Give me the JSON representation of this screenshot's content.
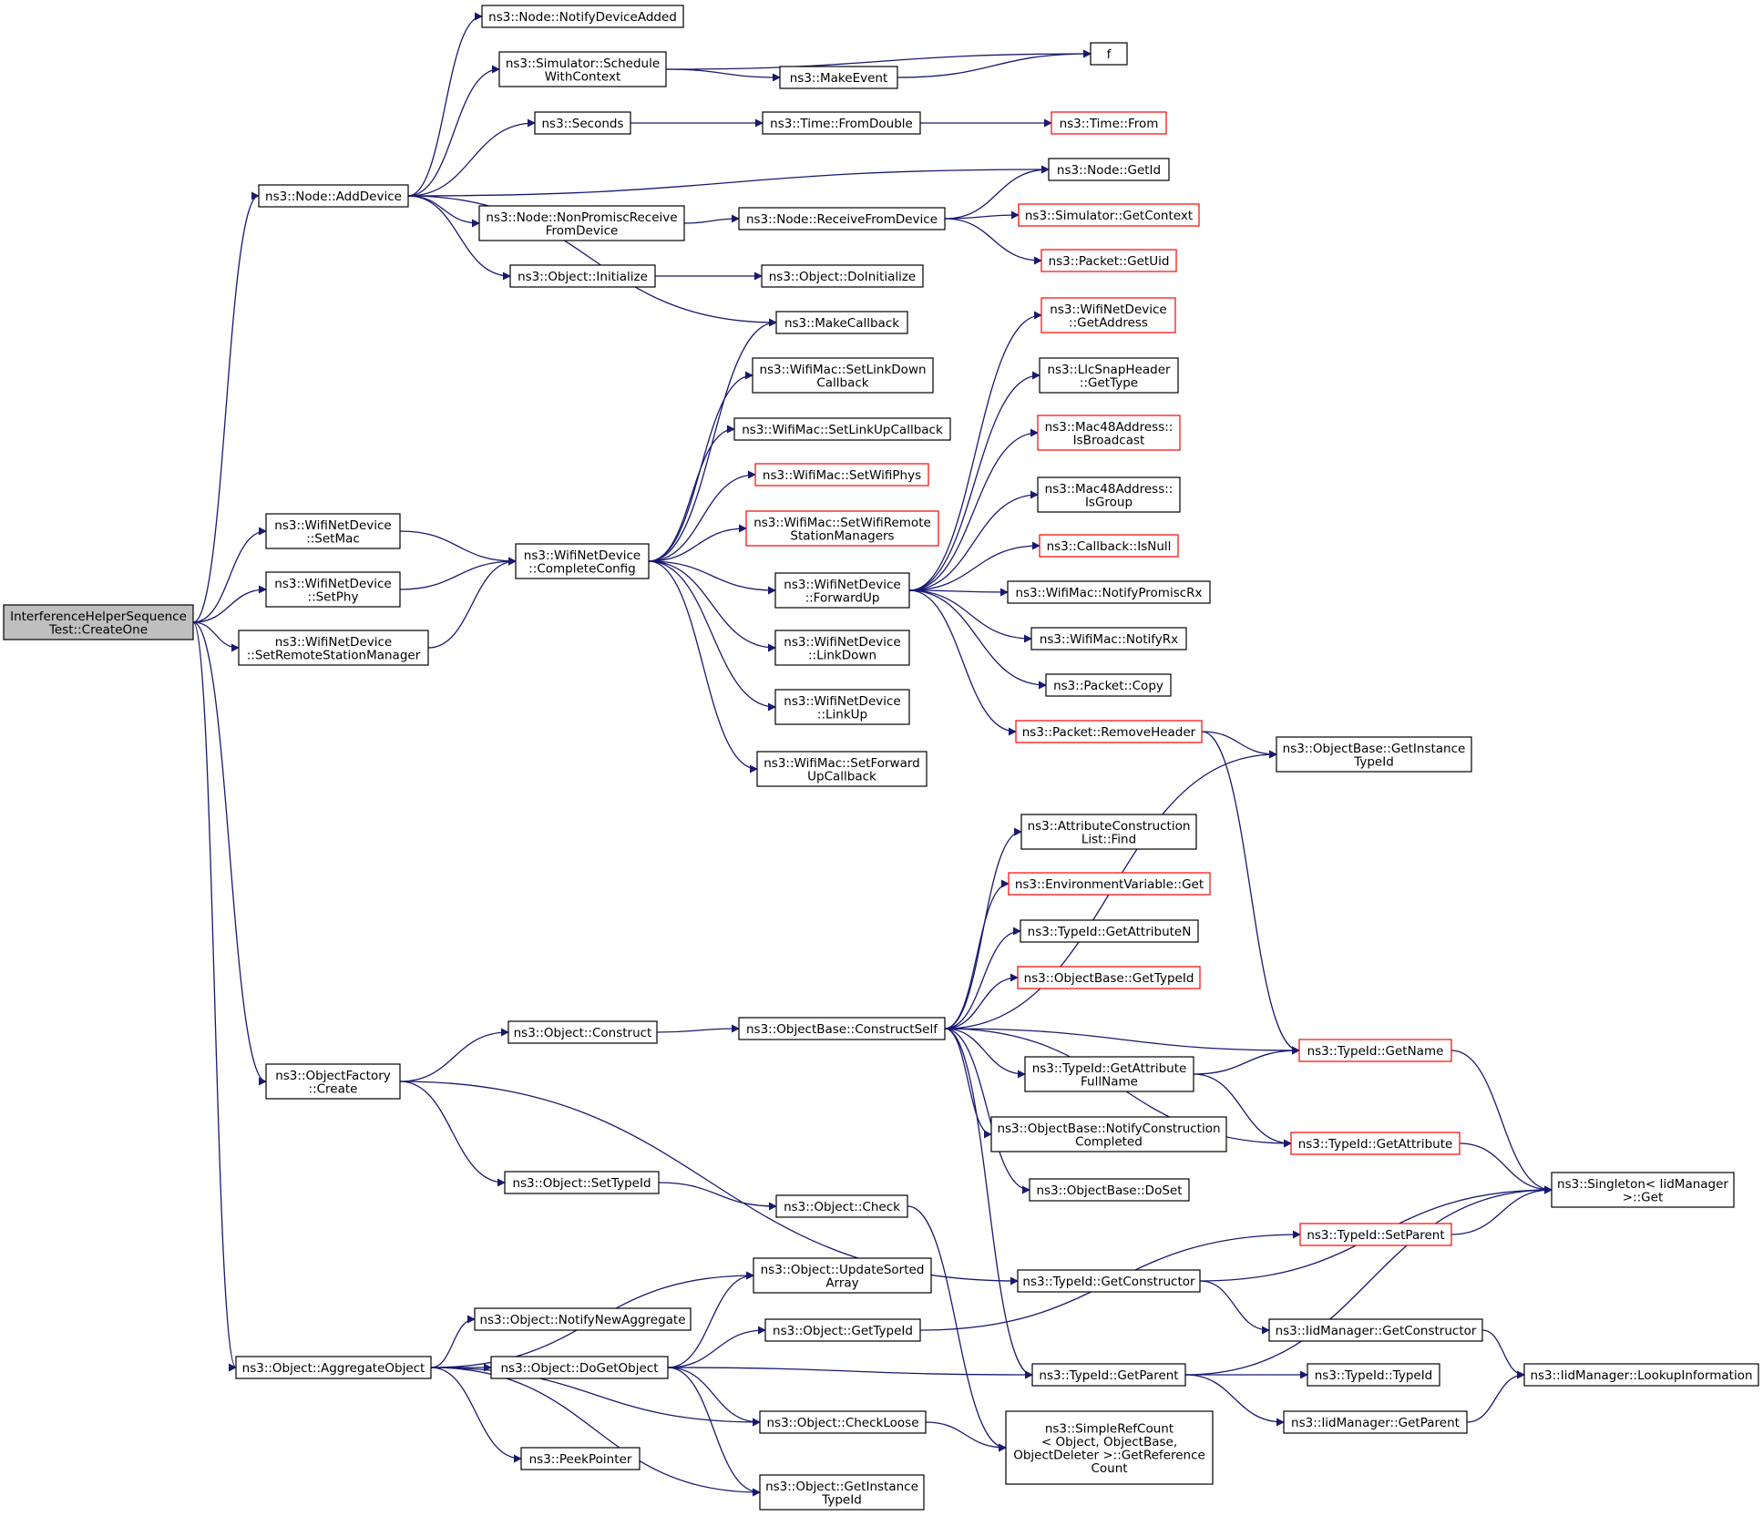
{
  "diagram": {
    "edge_color": "#191970",
    "root_fill": "#bfbfbf",
    "truncated_border_color": "#ff0000",
    "nodes": [
      {
        "id": "root",
        "lines": [
          "InterferenceHelperSequence",
          "Test::CreateOne"
        ],
        "style": "root"
      },
      {
        "id": "addDevice",
        "lines": [
          "ns3::Node::AddDevice"
        ]
      },
      {
        "id": "setMac",
        "lines": [
          "ns3::WifiNetDevice",
          "::SetMac"
        ]
      },
      {
        "id": "setPhy",
        "lines": [
          "ns3::WifiNetDevice",
          "::SetPhy"
        ]
      },
      {
        "id": "setRSM",
        "lines": [
          "ns3::WifiNetDevice",
          "::SetRemoteStationManager"
        ]
      },
      {
        "id": "ofCreate",
        "lines": [
          "ns3::ObjectFactory",
          "::Create"
        ]
      },
      {
        "id": "aggObj",
        "lines": [
          "ns3::Object::AggregateObject"
        ]
      },
      {
        "id": "notifyDevAdded",
        "lines": [
          "ns3::Node::NotifyDeviceAdded"
        ]
      },
      {
        "id": "schedWithCtx",
        "lines": [
          "ns3::Simulator::Schedule",
          "WithContext"
        ]
      },
      {
        "id": "seconds",
        "lines": [
          "ns3::Seconds"
        ]
      },
      {
        "id": "nonPromisc",
        "lines": [
          "ns3::Node::NonPromiscReceive",
          "FromDevice"
        ]
      },
      {
        "id": "objInit",
        "lines": [
          "ns3::Object::Initialize"
        ]
      },
      {
        "id": "f",
        "lines": [
          "f"
        ]
      },
      {
        "id": "makeEvent",
        "lines": [
          "ns3::MakeEvent"
        ]
      },
      {
        "id": "timeFromDouble",
        "lines": [
          "ns3::Time::FromDouble"
        ]
      },
      {
        "id": "timeFrom",
        "lines": [
          "ns3::Time::From"
        ],
        "style": "red"
      },
      {
        "id": "nodeGetId",
        "lines": [
          "ns3::Node::GetId"
        ]
      },
      {
        "id": "recvFromDev",
        "lines": [
          "ns3::Node::ReceiveFromDevice"
        ]
      },
      {
        "id": "simGetCtx",
        "lines": [
          "ns3::Simulator::GetContext"
        ],
        "style": "red"
      },
      {
        "id": "pktGetUid",
        "lines": [
          "ns3::Packet::GetUid"
        ],
        "style": "red"
      },
      {
        "id": "objDoInit",
        "lines": [
          "ns3::Object::DoInitialize"
        ]
      },
      {
        "id": "makeCallback",
        "lines": [
          "ns3::MakeCallback"
        ]
      },
      {
        "id": "completeConfig",
        "lines": [
          "ns3::WifiNetDevice",
          "::CompleteConfig"
        ]
      },
      {
        "id": "setLinkDownCb",
        "lines": [
          "ns3::WifiMac::SetLinkDown",
          "Callback"
        ]
      },
      {
        "id": "setLinkUpCb",
        "lines": [
          "ns3::WifiMac::SetLinkUpCallback"
        ]
      },
      {
        "id": "setWifiPhys",
        "lines": [
          "ns3::WifiMac::SetWifiPhys"
        ],
        "style": "red"
      },
      {
        "id": "setWifiRSMs",
        "lines": [
          "ns3::WifiMac::SetWifiRemote",
          "StationManagers"
        ],
        "style": "red"
      },
      {
        "id": "forwardUp",
        "lines": [
          "ns3::WifiNetDevice",
          "::ForwardUp"
        ]
      },
      {
        "id": "linkDown",
        "lines": [
          "ns3::WifiNetDevice",
          "::LinkDown"
        ]
      },
      {
        "id": "linkUp",
        "lines": [
          "ns3::WifiNetDevice",
          "::LinkUp"
        ]
      },
      {
        "id": "setFwdUpCb",
        "lines": [
          "ns3::WifiMac::SetForward",
          "UpCallback"
        ]
      },
      {
        "id": "wndGetAddress",
        "lines": [
          "ns3::WifiNetDevice",
          "::GetAddress"
        ],
        "style": "red"
      },
      {
        "id": "llcGetType",
        "lines": [
          "ns3::LlcSnapHeader",
          "::GetType"
        ]
      },
      {
        "id": "macIsBroadcast",
        "lines": [
          "ns3::Mac48Address::",
          "IsBroadcast"
        ],
        "style": "red"
      },
      {
        "id": "macIsGroup",
        "lines": [
          "ns3::Mac48Address::",
          "IsGroup"
        ]
      },
      {
        "id": "cbIsNull",
        "lines": [
          "ns3::Callback::IsNull"
        ],
        "style": "red"
      },
      {
        "id": "notifyPromiscRx",
        "lines": [
          "ns3::WifiMac::NotifyPromiscRx"
        ]
      },
      {
        "id": "notifyRx",
        "lines": [
          "ns3::WifiMac::NotifyRx"
        ]
      },
      {
        "id": "pktCopy",
        "lines": [
          "ns3::Packet::Copy"
        ]
      },
      {
        "id": "pktRemoveHeader",
        "lines": [
          "ns3::Packet::RemoveHeader"
        ],
        "style": "red"
      },
      {
        "id": "obGetInstTypeId",
        "lines": [
          "ns3::ObjectBase::GetInstance",
          "TypeId"
        ]
      },
      {
        "id": "attrConstrFind",
        "lines": [
          "ns3::AttributeConstruction",
          "List::Find"
        ]
      },
      {
        "id": "envVarGet",
        "lines": [
          "ns3::EnvironmentVariable::Get"
        ],
        "style": "red"
      },
      {
        "id": "tidGetAttrN",
        "lines": [
          "ns3::TypeId::GetAttributeN"
        ]
      },
      {
        "id": "obGetTypeId",
        "lines": [
          "ns3::ObjectBase::GetTypeId"
        ],
        "style": "red"
      },
      {
        "id": "objConstruct",
        "lines": [
          "ns3::Object::Construct"
        ]
      },
      {
        "id": "obConstructSelf",
        "lines": [
          "ns3::ObjectBase::ConstructSelf"
        ]
      },
      {
        "id": "tidGetName",
        "lines": [
          "ns3::TypeId::GetName"
        ],
        "style": "red"
      },
      {
        "id": "tidGetAttrFullName",
        "lines": [
          "ns3::TypeId::GetAttribute",
          "FullName"
        ]
      },
      {
        "id": "obNotifyConstrCompl",
        "lines": [
          "ns3::ObjectBase::NotifyConstruction",
          "Completed"
        ]
      },
      {
        "id": "tidGetAttribute",
        "lines": [
          "ns3::TypeId::GetAttribute"
        ],
        "style": "red"
      },
      {
        "id": "obDoSet",
        "lines": [
          "ns3::ObjectBase::DoSet"
        ]
      },
      {
        "id": "singletonGet",
        "lines": [
          "ns3::Singleton< IidManager",
          ">::Get"
        ]
      },
      {
        "id": "objSetTypeId",
        "lines": [
          "ns3::Object::SetTypeId"
        ]
      },
      {
        "id": "objCheck",
        "lines": [
          "ns3::Object::Check"
        ]
      },
      {
        "id": "tidSetParent",
        "lines": [
          "ns3::TypeId::SetParent"
        ],
        "style": "red"
      },
      {
        "id": "tidGetConstructor",
        "lines": [
          "ns3::TypeId::GetConstructor"
        ]
      },
      {
        "id": "objUpdateSorted",
        "lines": [
          "ns3::Object::UpdateSorted",
          "Array"
        ]
      },
      {
        "id": "objNotifyNewAgg",
        "lines": [
          "ns3::Object::NotifyNewAggregate"
        ]
      },
      {
        "id": "objGetTypeId",
        "lines": [
          "ns3::Object::GetTypeId"
        ]
      },
      {
        "id": "objDoGetObject",
        "lines": [
          "ns3::Object::DoGetObject"
        ]
      },
      {
        "id": "tidGetParent",
        "lines": [
          "ns3::TypeId::GetParent"
        ]
      },
      {
        "id": "iidGetConstructor",
        "lines": [
          "ns3::IidManager::GetConstructor"
        ]
      },
      {
        "id": "iidLookupInfo",
        "lines": [
          "ns3::IidManager::LookupInformation"
        ]
      },
      {
        "id": "tidTypeId",
        "lines": [
          "ns3::TypeId::TypeId"
        ]
      },
      {
        "id": "objCheckLoose",
        "lines": [
          "ns3::Object::CheckLoose"
        ]
      },
      {
        "id": "iidGetParent",
        "lines": [
          "ns3::IidManager::GetParent"
        ]
      },
      {
        "id": "peekPointer",
        "lines": [
          "ns3::PeekPointer"
        ]
      },
      {
        "id": "simpleRefCount",
        "lines": [
          "ns3::SimpleRefCount",
          "< Object, ObjectBase,",
          "ObjectDeleter >::GetReference",
          "Count"
        ]
      },
      {
        "id": "objGetInstTypeId",
        "lines": [
          "ns3::Object::GetInstance",
          "TypeId"
        ]
      }
    ],
    "edges": [
      [
        "root",
        "addDevice"
      ],
      [
        "root",
        "setMac"
      ],
      [
        "root",
        "setPhy"
      ],
      [
        "root",
        "setRSM"
      ],
      [
        "root",
        "ofCreate"
      ],
      [
        "root",
        "aggObj"
      ],
      [
        "addDevice",
        "notifyDevAdded"
      ],
      [
        "addDevice",
        "schedWithCtx"
      ],
      [
        "addDevice",
        "seconds"
      ],
      [
        "addDevice",
        "nodeGetId"
      ],
      [
        "addDevice",
        "nonPromisc"
      ],
      [
        "addDevice",
        "objInit"
      ],
      [
        "addDevice",
        "makeCallback"
      ],
      [
        "schedWithCtx",
        "f"
      ],
      [
        "schedWithCtx",
        "makeEvent"
      ],
      [
        "makeEvent",
        "f"
      ],
      [
        "seconds",
        "timeFromDouble"
      ],
      [
        "timeFromDouble",
        "timeFrom"
      ],
      [
        "nonPromisc",
        "recvFromDev"
      ],
      [
        "recvFromDev",
        "nodeGetId"
      ],
      [
        "recvFromDev",
        "simGetCtx"
      ],
      [
        "recvFromDev",
        "pktGetUid"
      ],
      [
        "objInit",
        "objDoInit"
      ],
      [
        "setMac",
        "completeConfig"
      ],
      [
        "setPhy",
        "completeConfig"
      ],
      [
        "setRSM",
        "completeConfig"
      ],
      [
        "completeConfig",
        "makeCallback"
      ],
      [
        "completeConfig",
        "setLinkDownCb"
      ],
      [
        "completeConfig",
        "setLinkUpCb"
      ],
      [
        "completeConfig",
        "setWifiPhys"
      ],
      [
        "completeConfig",
        "setWifiRSMs"
      ],
      [
        "completeConfig",
        "forwardUp"
      ],
      [
        "completeConfig",
        "linkDown"
      ],
      [
        "completeConfig",
        "linkUp"
      ],
      [
        "completeConfig",
        "setFwdUpCb"
      ],
      [
        "forwardUp",
        "wndGetAddress"
      ],
      [
        "forwardUp",
        "llcGetType"
      ],
      [
        "forwardUp",
        "macIsBroadcast"
      ],
      [
        "forwardUp",
        "macIsGroup"
      ],
      [
        "forwardUp",
        "cbIsNull"
      ],
      [
        "forwardUp",
        "notifyPromiscRx"
      ],
      [
        "forwardUp",
        "notifyRx"
      ],
      [
        "forwardUp",
        "pktCopy"
      ],
      [
        "forwardUp",
        "pktRemoveHeader"
      ],
      [
        "pktRemoveHeader",
        "obGetInstTypeId"
      ],
      [
        "pktRemoveHeader",
        "tidGetName"
      ],
      [
        "ofCreate",
        "objConstruct"
      ],
      [
        "ofCreate",
        "objSetTypeId"
      ],
      [
        "ofCreate",
        "tidGetConstructor"
      ],
      [
        "objConstruct",
        "obConstructSelf"
      ],
      [
        "obConstructSelf",
        "obGetInstTypeId"
      ],
      [
        "obConstructSelf",
        "attrConstrFind"
      ],
      [
        "obConstructSelf",
        "envVarGet"
      ],
      [
        "obConstructSelf",
        "tidGetAttrN"
      ],
      [
        "obConstructSelf",
        "obGetTypeId"
      ],
      [
        "obConstructSelf",
        "tidGetName"
      ],
      [
        "obConstructSelf",
        "tidGetAttrFullName"
      ],
      [
        "obConstructSelf",
        "obNotifyConstrCompl"
      ],
      [
        "obConstructSelf",
        "obDoSet"
      ],
      [
        "obConstructSelf",
        "tidGetAttribute"
      ],
      [
        "obConstructSelf",
        "tidGetParent"
      ],
      [
        "tidGetAttrFullName",
        "tidGetName"
      ],
      [
        "tidGetAttrFullName",
        "tidGetAttribute"
      ],
      [
        "tidGetName",
        "singletonGet"
      ],
      [
        "tidGetAttribute",
        "singletonGet"
      ],
      [
        "tidSetParent",
        "singletonGet"
      ],
      [
        "tidGetConstructor",
        "singletonGet"
      ],
      [
        "tidGetConstructor",
        "iidGetConstructor"
      ],
      [
        "objSetTypeId",
        "objCheck"
      ],
      [
        "objCheck",
        "simpleRefCount"
      ],
      [
        "aggObj",
        "objUpdateSorted"
      ],
      [
        "aggObj",
        "objNotifyNewAgg"
      ],
      [
        "aggObj",
        "objDoGetObject"
      ],
      [
        "aggObj",
        "objCheckLoose"
      ],
      [
        "aggObj",
        "peekPointer"
      ],
      [
        "aggObj",
        "objGetInstTypeId"
      ],
      [
        "objDoGetObject",
        "objUpdateSorted"
      ],
      [
        "objDoGetObject",
        "objGetTypeId"
      ],
      [
        "objDoGetObject",
        "tidGetParent"
      ],
      [
        "objDoGetObject",
        "objCheckLoose"
      ],
      [
        "objDoGetObject",
        "objGetInstTypeId"
      ],
      [
        "objGetTypeId",
        "tidSetParent"
      ],
      [
        "objCheckLoose",
        "simpleRefCount"
      ],
      [
        "tidGetParent",
        "singletonGet"
      ],
      [
        "tidGetParent",
        "tidTypeId"
      ],
      [
        "tidGetParent",
        "iidGetParent"
      ],
      [
        "iidGetConstructor",
        "iidLookupInfo"
      ],
      [
        "iidGetParent",
        "iidLookupInfo"
      ]
    ]
  }
}
